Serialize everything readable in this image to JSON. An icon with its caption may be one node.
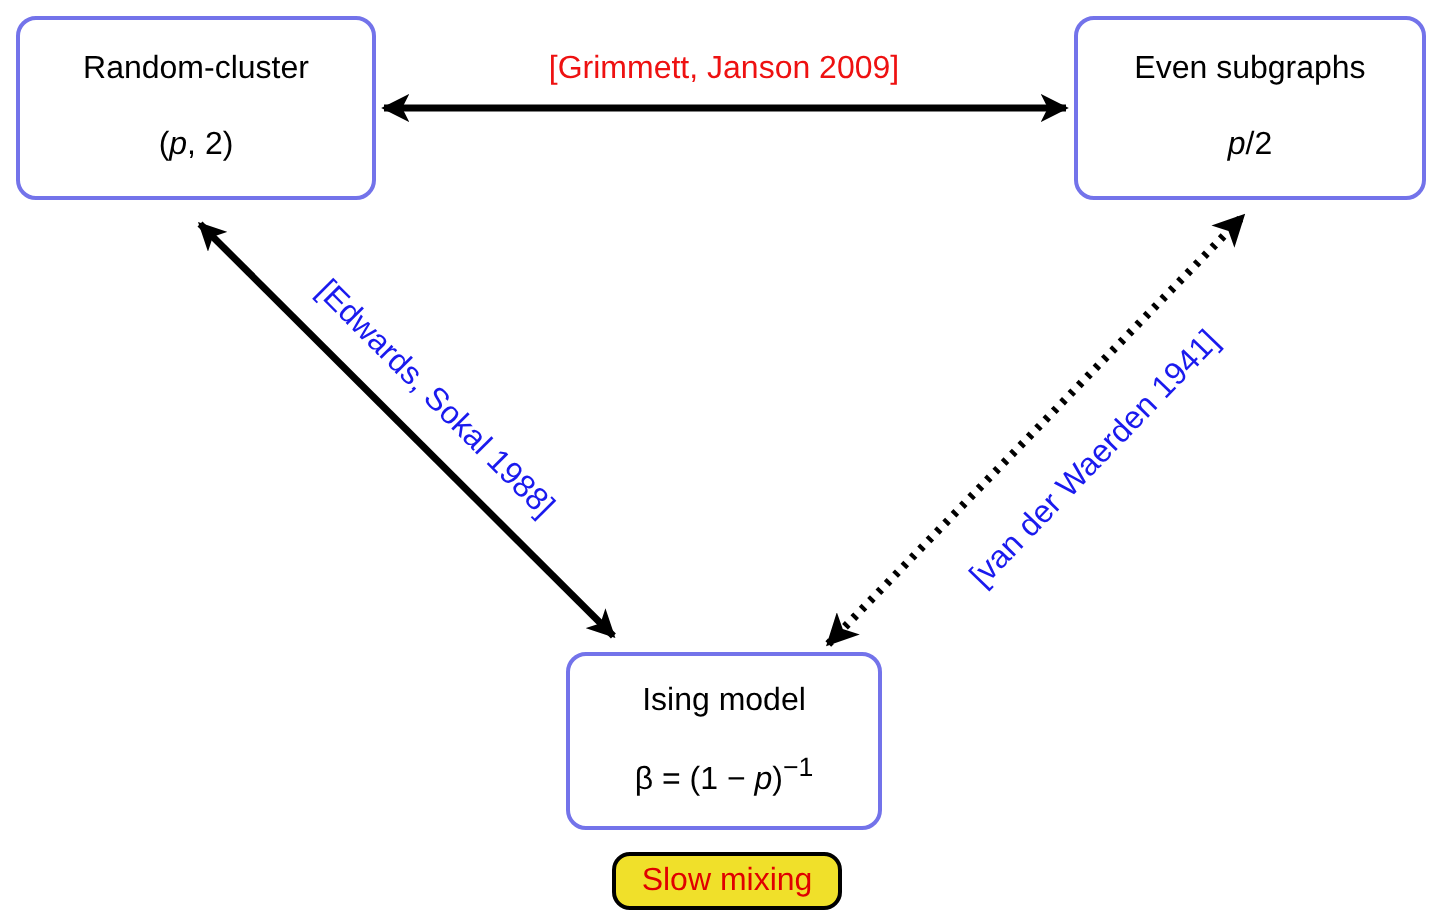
{
  "diagram": {
    "nodes": [
      {
        "text": [
          "Random-cluster",
          "(*p*, 2)"
        ]
      },
      {
        "text": [
          "Even subgraphs",
          "*p*/2"
        ]
      },
      {
        "text": [
          "Ising model",
          "β = (1 − *p*)$^{−1}$"
        ]
      },
      {
        "text": [
          "Slow mixing"
        ]
      }
    ],
    "edges": [
      {
        "from": 0,
        "to": 1,
        "arrow": "both",
        "label": "[Grimmett, Janson 2009]"
      },
      {
        "from": 0,
        "to": 2,
        "arrow": "both",
        "label": "[Edwards, Sokal 1988]"
      },
      {
        "from": 2,
        "to": 1,
        "arrow": "both",
        "label": "[van der Waerden 1941]",
        "style": "dashed"
      }
    ]
  }
}
